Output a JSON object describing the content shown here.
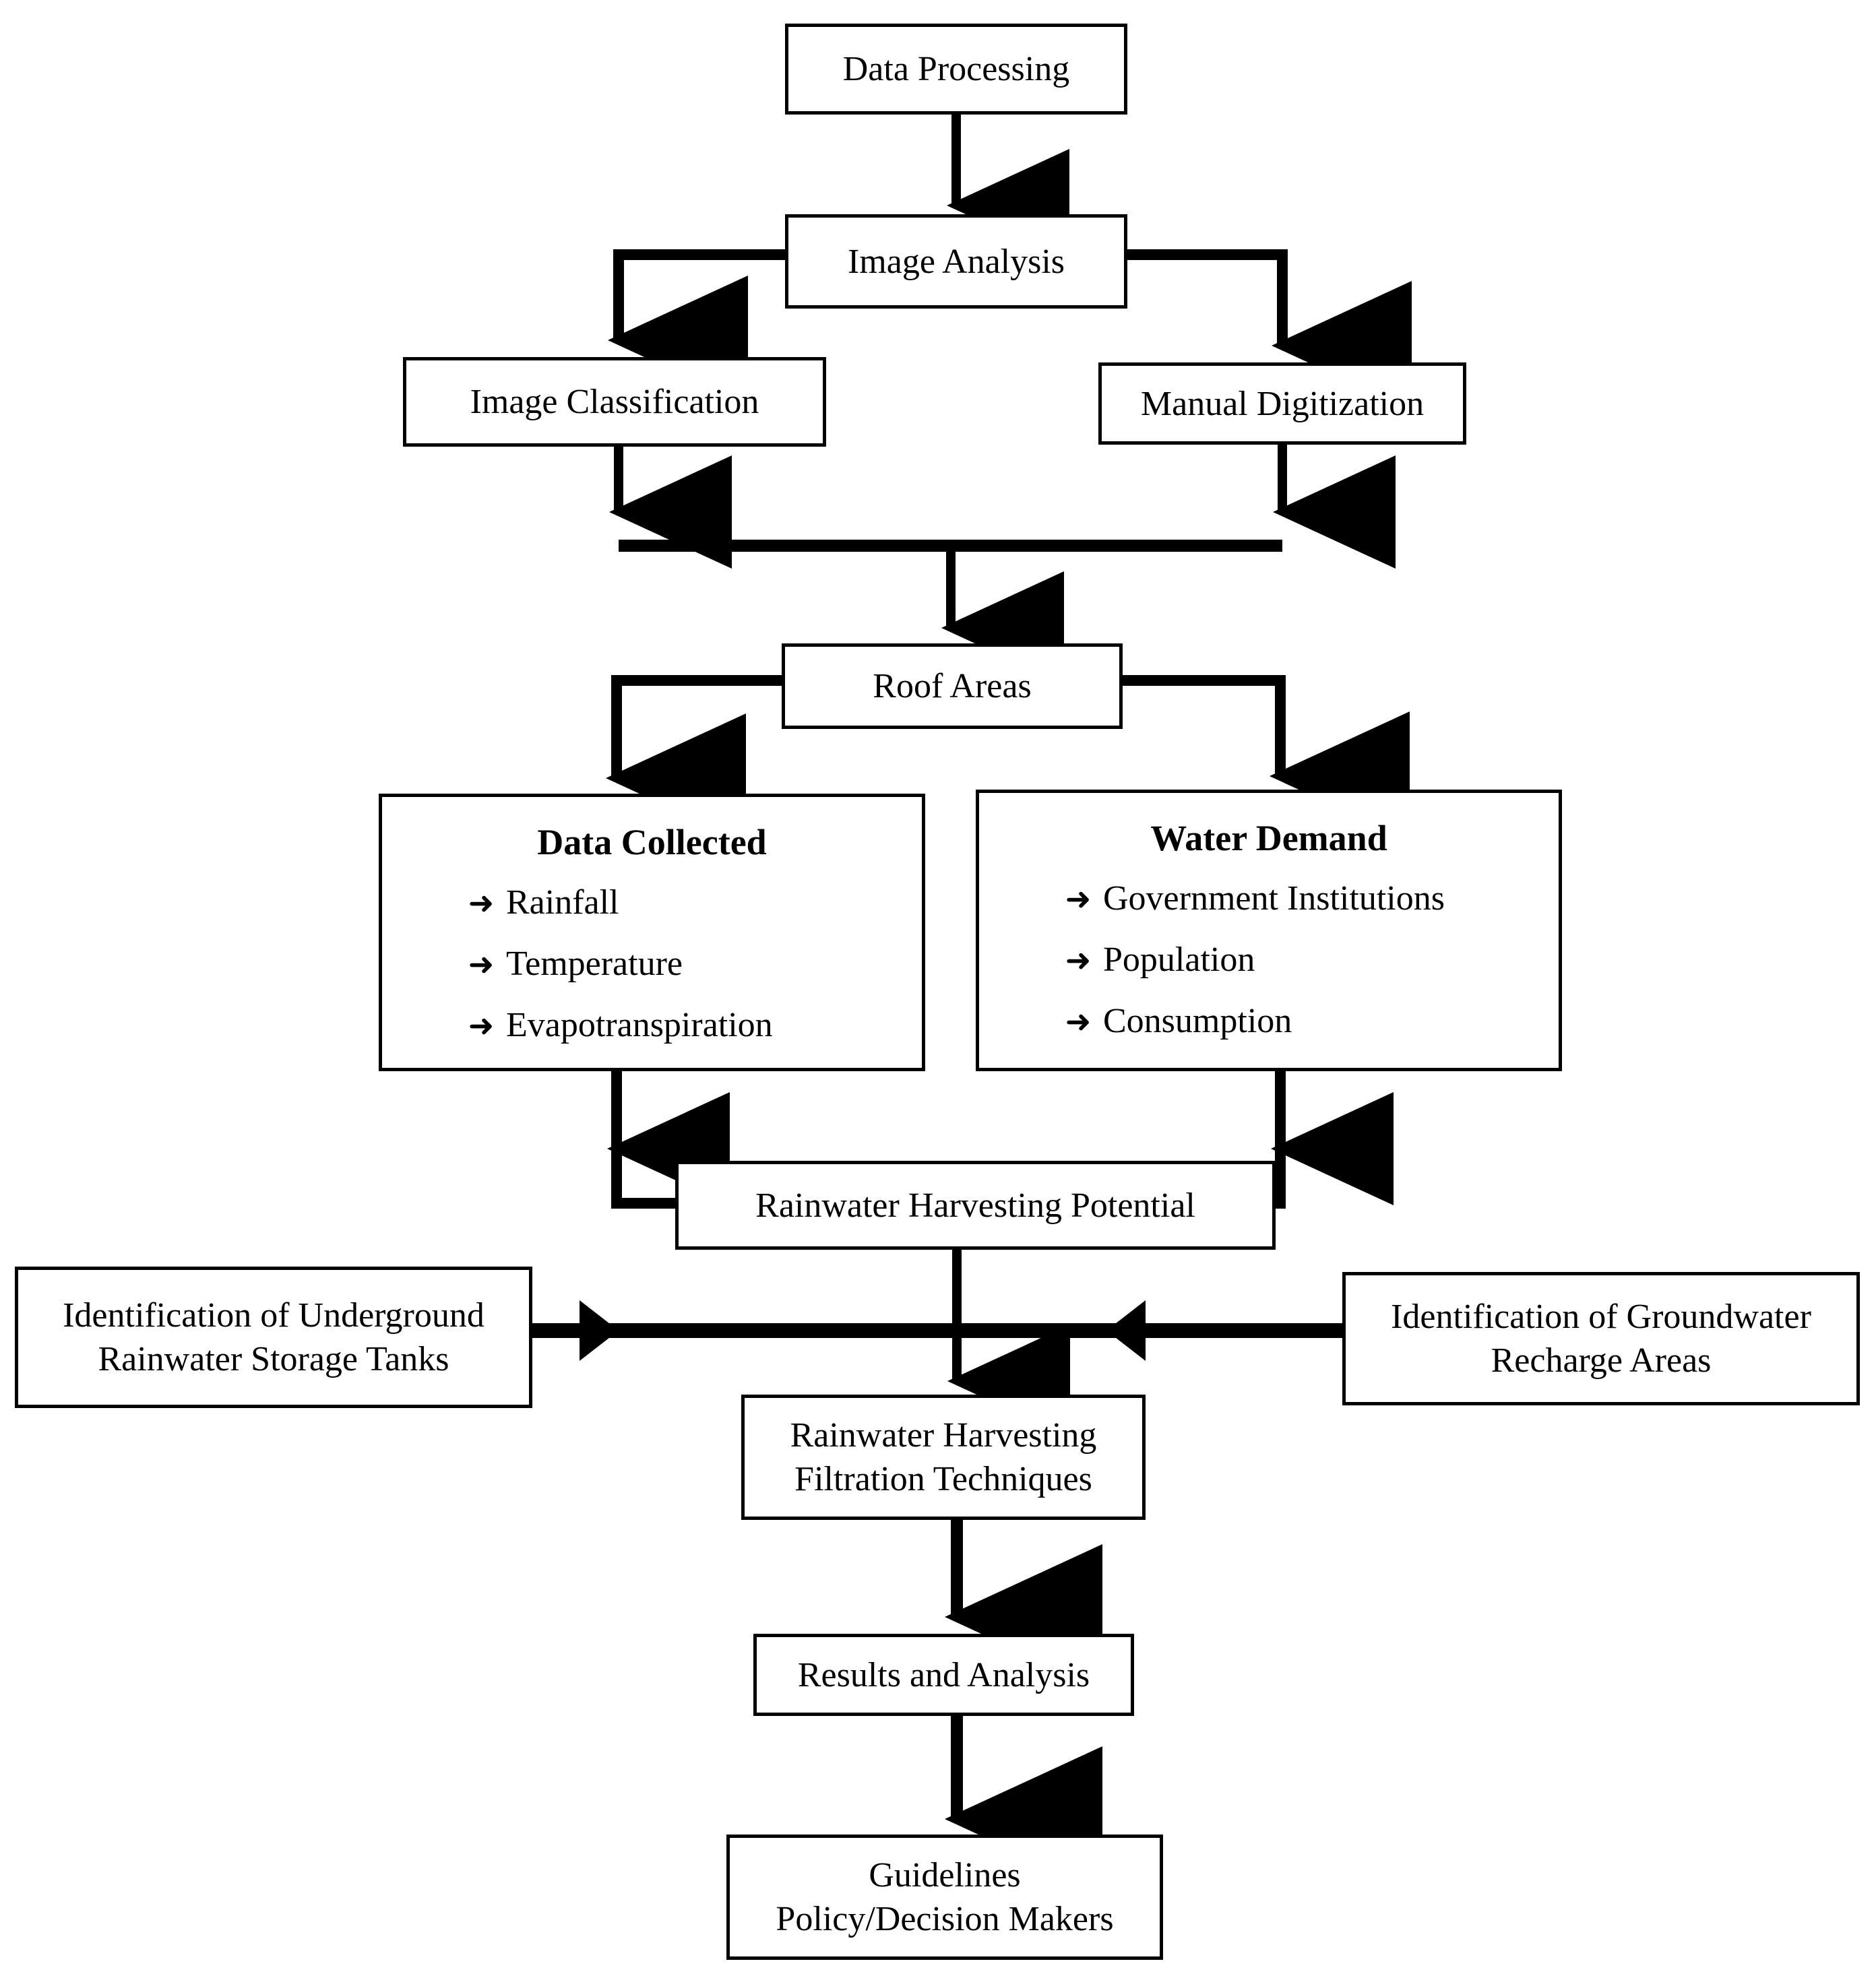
{
  "diagram": {
    "type": "flowchart",
    "orientation": "top-to-bottom",
    "colors": {
      "stroke": "#000000",
      "fill": "#ffffff",
      "text": "#000000"
    },
    "bullet_glyph": "➜",
    "nodes": {
      "data_processing": {
        "label": "Data Processing"
      },
      "image_analysis": {
        "label": "Image Analysis"
      },
      "image_classification": {
        "label": "Image Classification"
      },
      "manual_digitization": {
        "label": "Manual Digitization"
      },
      "roof_areas": {
        "label": "Roof Areas"
      },
      "data_collected": {
        "title": "Data Collected",
        "items": [
          "Rainfall",
          "Temperature",
          "Evapotranspiration"
        ]
      },
      "water_demand": {
        "title": "Water Demand",
        "items": [
          "Government Institutions",
          "Population",
          "Consumption"
        ]
      },
      "rwh_potential": {
        "label": "Rainwater Harvesting Potential"
      },
      "underground_tanks": {
        "line1": "Identification of Underground",
        "line2": "Rainwater Storage Tanks"
      },
      "groundwater_recharge": {
        "line1": "Identification of Groundwater",
        "line2": "Recharge Areas"
      },
      "filtration": {
        "line1": "Rainwater Harvesting",
        "line2": "Filtration Techniques"
      },
      "results": {
        "label": "Results and Analysis"
      },
      "guidelines": {
        "line1": "Guidelines",
        "line2": "Policy/Decision Makers"
      }
    },
    "edges": [
      {
        "from": "data_processing",
        "to": "image_analysis"
      },
      {
        "from": "image_analysis",
        "to": "image_classification"
      },
      {
        "from": "image_analysis",
        "to": "manual_digitization"
      },
      {
        "from": "image_classification",
        "to": "roof_areas"
      },
      {
        "from": "manual_digitization",
        "to": "roof_areas"
      },
      {
        "from": "roof_areas",
        "to": "data_collected"
      },
      {
        "from": "roof_areas",
        "to": "water_demand"
      },
      {
        "from": "data_collected",
        "to": "rwh_potential"
      },
      {
        "from": "water_demand",
        "to": "rwh_potential"
      },
      {
        "from": "rwh_potential",
        "to": "filtration"
      },
      {
        "from": "underground_tanks",
        "to": "rwh_potential"
      },
      {
        "from": "groundwater_recharge",
        "to": "rwh_potential"
      },
      {
        "from": "filtration",
        "to": "results"
      },
      {
        "from": "results",
        "to": "guidelines"
      }
    ]
  }
}
